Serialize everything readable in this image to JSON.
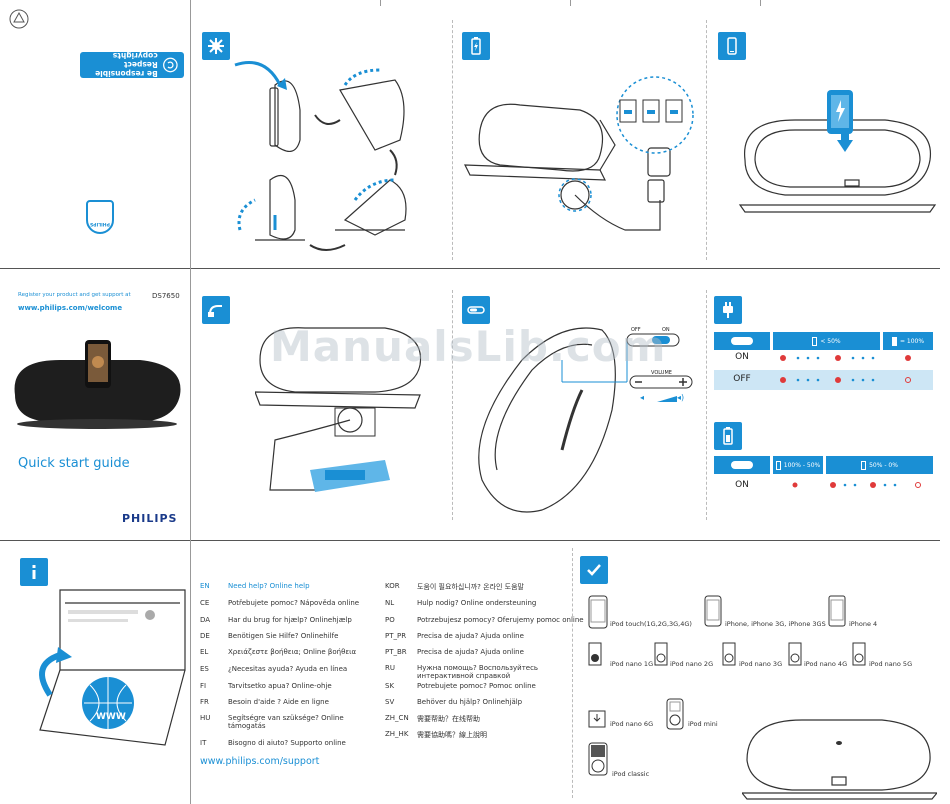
{
  "cover": {
    "register_text": "Register your product and get support at",
    "model": "DS7650",
    "url": "www.philips.com/welcome",
    "title": "Quick start guide",
    "brand": "PHILIPS",
    "shield_text": "PHILIPS"
  },
  "copyright": {
    "line1": "Be responsible",
    "line2": "Respect copyrights"
  },
  "watermark": "ManualsLib.com",
  "switch": {
    "off_label": "OFF",
    "on_label": "ON",
    "volume_label": "VOLUME"
  },
  "battery_table_1": {
    "col2": "< 50%",
    "col3": "= 100%",
    "rows": [
      "ON",
      "OFF"
    ]
  },
  "battery_table_2": {
    "col2": "100% - 50%",
    "col3": "50% - 0%",
    "rows": [
      "ON"
    ]
  },
  "help": {
    "languages": [
      {
        "code": "EN",
        "text": "Need help? Online help"
      },
      {
        "code": "CE",
        "text": "Potřebujete pomoc? Nápověda online"
      },
      {
        "code": "DA",
        "text": "Har du brug for hjælp? Onlinehjælp"
      },
      {
        "code": "DE",
        "text": "Benötigen Sie Hilfe? Onlinehilfe"
      },
      {
        "code": "EL",
        "text": "Χρειάζεστε βοήθεια; Online βοήθεια"
      },
      {
        "code": "ES",
        "text": "¿Necesitas ayuda? Ayuda en línea"
      },
      {
        "code": "FI",
        "text": "Tarvitsetko apua? Online-ohje"
      },
      {
        "code": "FR",
        "text": "Besoin d'aide ? Aide en ligne"
      },
      {
        "code": "HU",
        "text": "Segítségre van szüksége? Online támogatás"
      },
      {
        "code": "IT",
        "text": "Bisogno di aiuto? Supporto online"
      }
    ],
    "languages2": [
      {
        "code": "KOR",
        "text": "도움이 필요하십니까? 온라인 도움말"
      },
      {
        "code": "NL",
        "text": "Hulp nodig? Online ondersteuning"
      },
      {
        "code": "PO",
        "text": "Potrzebujesz pomocy? Oferujemy pomoc online"
      },
      {
        "code": "PT_PR",
        "text": "Precisa de ajuda? Ajuda online"
      },
      {
        "code": "PT_BR",
        "text": "Precisa de ajuda? Ajuda online"
      },
      {
        "code": "RU",
        "text": "Нужна помощь? Воспользуйтесь интерактивной справкой"
      },
      {
        "code": "SK",
        "text": "Potrebujete pomoc? Pomoc online"
      },
      {
        "code": "SV",
        "text": "Behöver du hjälp? Onlinehjälp"
      },
      {
        "code": "ZH_CN",
        "text": "需要帮助？在线帮助"
      },
      {
        "code": "ZH_HK",
        "text": "需要協助嗎？線上說明"
      }
    ],
    "support_url": "www.philips.com/support",
    "www_label": "WWW"
  },
  "compat": {
    "devices": [
      "iPod touch(1G,2G,3G,4G)",
      "iPhone, iPhone 3G, iPhone 3GS",
      "iPhone 4",
      "iPod nano 1G",
      "iPod nano 2G",
      "iPod nano 3G",
      "iPod nano 4G",
      "iPod nano 5G",
      "iPod nano 6G",
      "iPod mini",
      "iPod classic"
    ]
  },
  "colors": {
    "accent": "#1a8fd4",
    "light_row": "#cde6f5",
    "red": "#e03a3a"
  }
}
